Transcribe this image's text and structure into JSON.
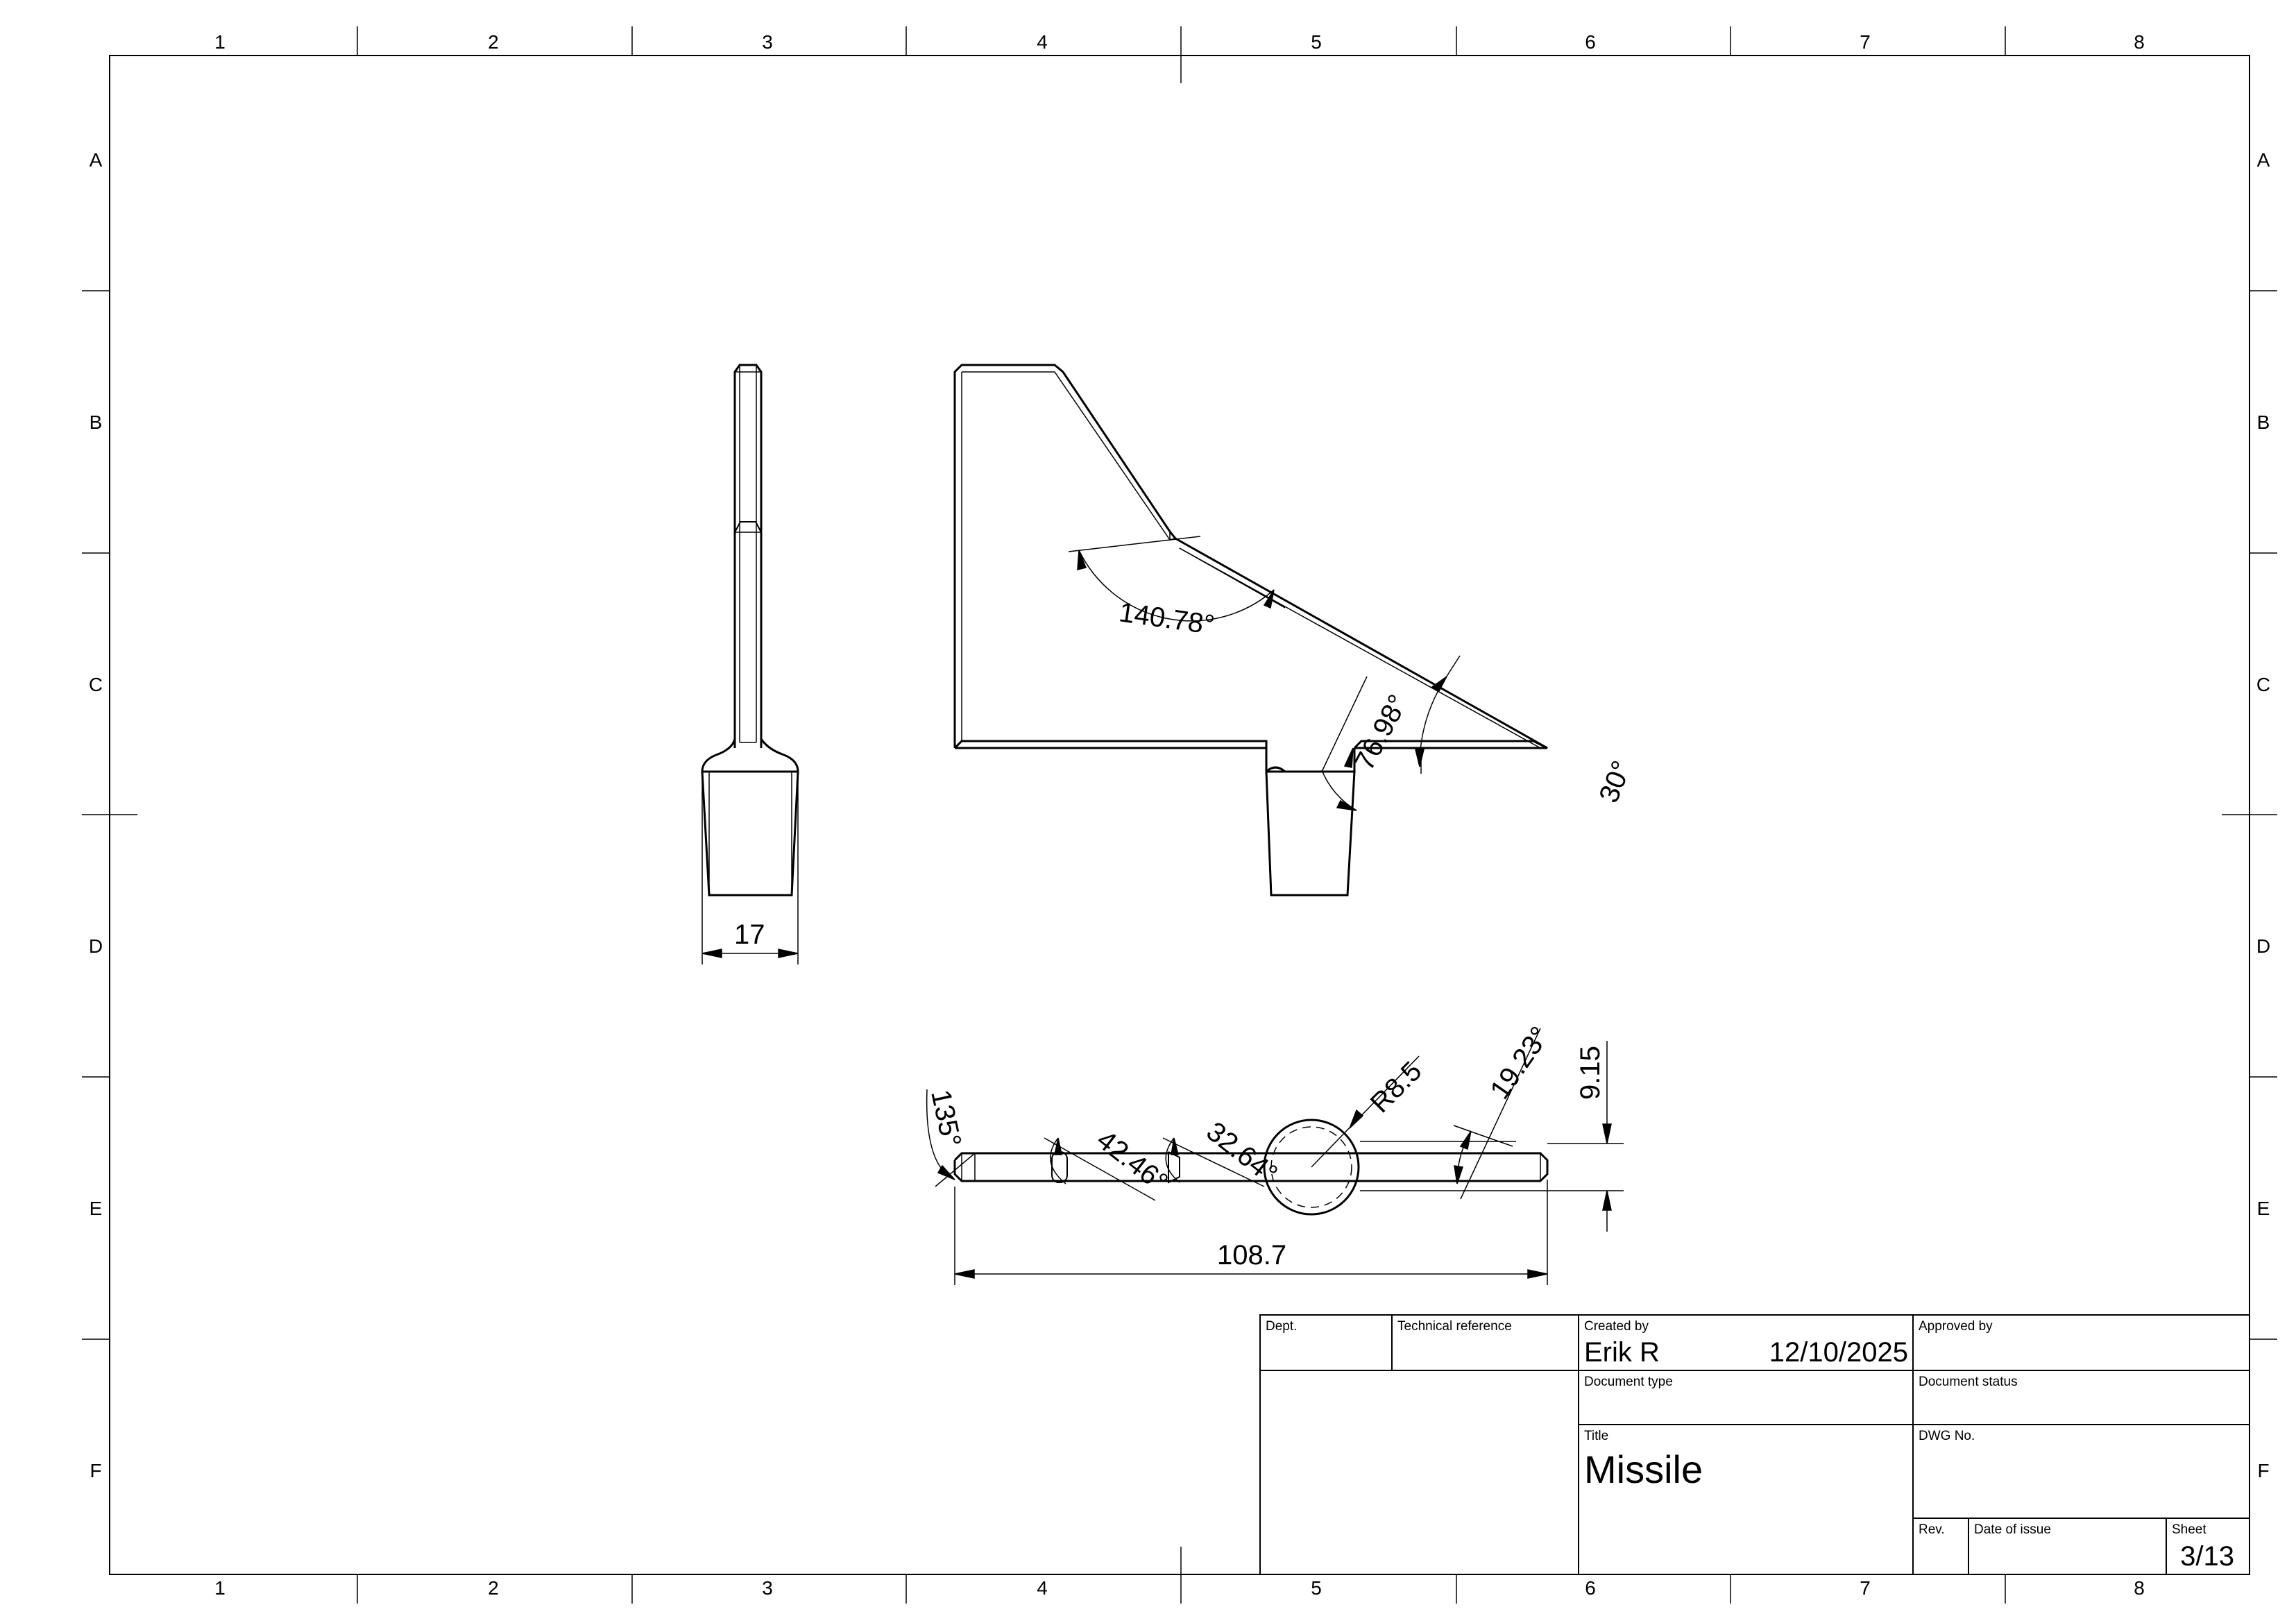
{
  "zones": {
    "columns": [
      "1",
      "2",
      "3",
      "4",
      "5",
      "6",
      "7",
      "8"
    ],
    "rows": [
      "A",
      "B",
      "C",
      "D",
      "E",
      "F"
    ]
  },
  "dimensions": {
    "side_width": "17",
    "angle_profile": "140.78°",
    "angle_notch": "76.98°",
    "angle_tip": "30°",
    "radius": "R8.5",
    "angle_fin": "19.23°",
    "height_offset": "9.15",
    "angle_nose": "135°",
    "angle_a": "42.46°",
    "angle_b": "32.64°",
    "overall_length": "108.7"
  },
  "title_block": {
    "dept_label": "Dept.",
    "tech_ref_label": "Technical reference",
    "created_by_label": "Created by",
    "created_by": "Erik R",
    "date": "12/10/2025",
    "approved_by_label": "Approved by",
    "doc_type_label": "Document type",
    "doc_status_label": "Document status",
    "title_label": "Title",
    "title": "Missile",
    "dwg_no_label": "DWG No.",
    "rev_label": "Rev.",
    "date_issue_label": "Date of issue",
    "sheet_label": "Sheet",
    "sheet": "3/13"
  }
}
